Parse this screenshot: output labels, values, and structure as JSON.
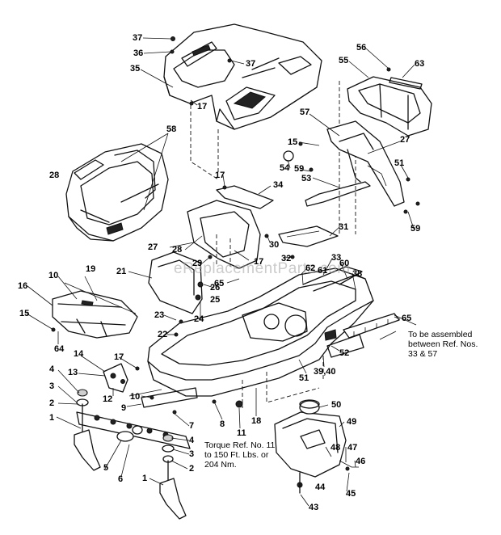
{
  "labels": {
    "l37a": "37",
    "l36": "36",
    "l35": "35",
    "l17a": "17",
    "l37b": "37",
    "l56": "56",
    "l55": "55",
    "l63": "63",
    "l58": "58",
    "l57": "57",
    "l27a": "27",
    "l15a": "15",
    "l54": "54",
    "l59a": "59",
    "l53": "53",
    "l51a": "51",
    "l59b": "59",
    "l28": "28",
    "l17b": "17",
    "l34": "34",
    "l31": "31",
    "l27b": "27",
    "l28b": "28",
    "l29": "29",
    "l17c": "17",
    "l30": "30",
    "l32": "32",
    "l33": "33",
    "l62": "62",
    "l61": "61",
    "l60": "60",
    "l38": "38",
    "l65a": "65",
    "l10a": "10",
    "l19": "19",
    "l21": "21",
    "l26": "26",
    "l25": "25",
    "l16": "16",
    "l23": "23",
    "l24": "24",
    "l15b": "15",
    "l22": "22",
    "l64": "64",
    "l65b": "65",
    "l52": "52",
    "l14": "14",
    "l17d": "17",
    "l13": "13",
    "l4a": "4",
    "l3a": "3",
    "l12": "12",
    "l3940": "39,40",
    "l51b": "51",
    "l10b": "10",
    "l9": "9",
    "l2a": "2",
    "l8": "8",
    "l11": "11",
    "l18": "18",
    "l50": "50",
    "l49": "49",
    "l1a": "1",
    "l7": "7",
    "l4b": "4",
    "l3b": "3",
    "l5": "5",
    "l6": "6",
    "l48": "48",
    "l47": "47",
    "l46": "46",
    "l2b": "2",
    "l1b": "1",
    "l44": "44",
    "l45": "45",
    "l43": "43"
  },
  "notes": {
    "assembly_line1": "To be assembled",
    "assembly_line2": "between Ref. Nos.",
    "assembly_line3": "33 & 57",
    "torque_line1": "Torque Ref. No. 11",
    "torque_line2": "to 150 Ft. Lbs. or",
    "torque_line3": "204 Nm."
  },
  "watermark": "eReplacementParts.com"
}
